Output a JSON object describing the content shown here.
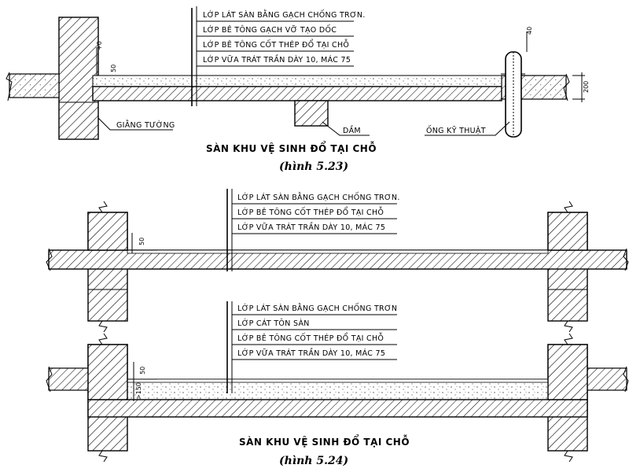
{
  "fig1": {
    "layers": [
      "LỚP LÁT SÀN BẰNG GẠCH CHỐNG TRƠN.",
      "LỚP BÊ TÔNG GẠCH VỠ TẠO DỐC",
      "LỚP BÊ TÔNG CỐT THÉP ĐỔ TẠI CHỖ",
      "LỚP VỮA TRÁT TRẦN DÀY 10, MÁC 75"
    ],
    "dim_40_left": "+0",
    "dim_50": "50",
    "dim_40_right": "40",
    "dim_200": "200",
    "beam_wall_label": "GIẰNG TƯỜNG",
    "beam_label": "DẦM",
    "pipe_label": "ỐNG KỸ THUẬT",
    "caption": "SÀN KHU VỆ SINH ĐỔ TẠI CHỖ",
    "figure": "(hình 5.23)"
  },
  "fig2": {
    "layers": [
      "LỚP LÁT SÀN BẰNG GẠCH CHỐNG TRƠN.",
      "LỚP BÊ TÔNG CỐT THÉP ĐỔ TẠI CHỖ",
      "LỚP VỮA TRÁT TRẦN DÀY 10, MÁC 75"
    ],
    "dim_50": "50"
  },
  "fig3": {
    "layers": [
      "LỚP LÁT SÀN BẰNG GẠCH CHỐNG TRƠN",
      "LỚP CÁT TÔN SÀN",
      "LỚP BÊ TÔNG CỐT THÉP ĐỔ TẠI CHỖ",
      "LỚP VỮA TRÁT TRẦN DÀY 10, MÁC 75"
    ],
    "dim_50": "50",
    "dim_150": ">150",
    "caption": "SÀN KHU VỆ SINH ĐỔ TẠI CHỖ",
    "figure": "(hình 5.24)"
  }
}
